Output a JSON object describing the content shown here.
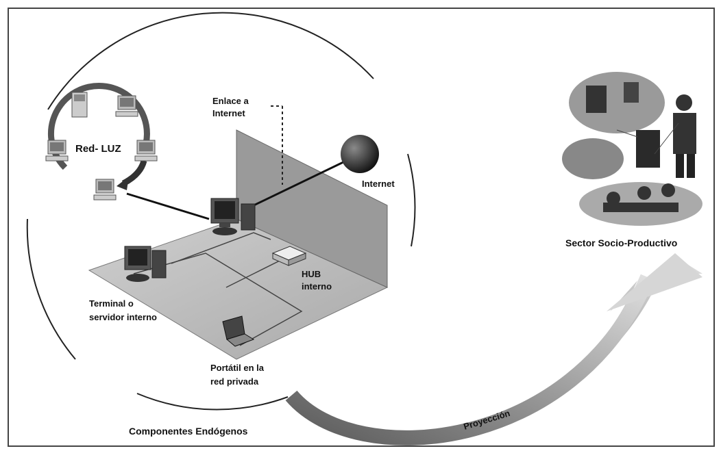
{
  "labels": {
    "red_luz": "Red- LUZ",
    "enlace_line1": "Enlace a",
    "enlace_line2": "Internet",
    "internet": "Internet",
    "hub_line1": "HUB",
    "hub_line2": "interno",
    "terminal_line1": "Terminal o",
    "terminal_line2": "servidor interno",
    "portatil_line1": "Portátil en la",
    "portatil_line2": "red privada",
    "componentes": "Componentes Endógenos",
    "sector": "Sector Socio-Productivo",
    "proyeccion": "Proyección"
  },
  "colors": {
    "ink": "#111111",
    "floor": "#b8b8b8",
    "wall": "#8c8c8c",
    "arrow_dark": "#6f6f6f",
    "arrow_light": "#d4d4d4"
  },
  "icons": [
    "desktop-computer-icon",
    "globe-icon",
    "hub-icon",
    "laptop-icon",
    "people-photo-icon"
  ]
}
